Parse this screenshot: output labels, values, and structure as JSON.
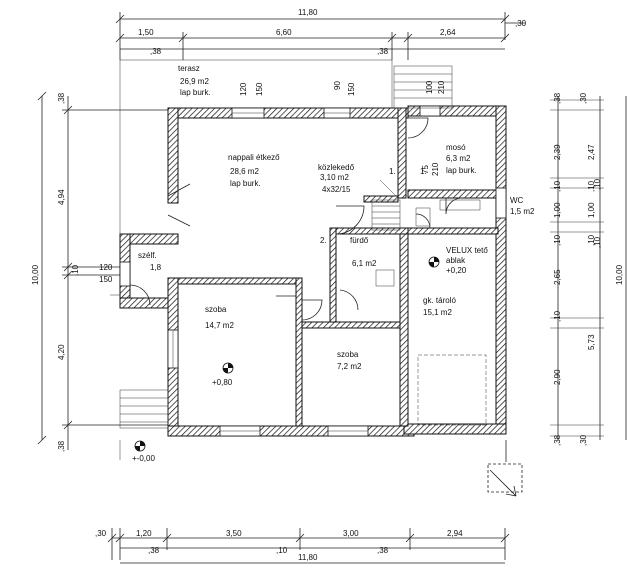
{
  "dimensions": {
    "top_total": "11,80",
    "top_right_small": ",30",
    "top_segments": [
      "1,50",
      "6,60",
      "2,64"
    ],
    "top_sub": [
      ",38",
      ",38"
    ],
    "bottom_segments": [
      ",30",
      "1,20",
      "3,50",
      "3,00",
      "2,94"
    ],
    "bottom_sub": [
      ",38",
      ",10",
      ",38"
    ],
    "bottom_total": "11,80",
    "left_total": "10,00",
    "left_segments": [
      ",38",
      "4,94",
      ",10",
      "4,20",
      ",38"
    ],
    "right_inner": [
      ",30",
      "2,39",
      ",10",
      "1,00",
      ",10",
      "2,65",
      ",10",
      "2,90",
      ",30"
    ],
    "right_outer": [
      ",38",
      "2,47",
      ",10",
      "1,00",
      ",10",
      "5,73",
      ",38"
    ],
    "right_total": "10,00"
  },
  "window_marks": [
    "120",
    "150",
    "90",
    "150",
    "100",
    "210",
    "120",
    "150",
    "1,8"
  ],
  "rooms": [
    {
      "name": "terasz",
      "area": "26,9 m2",
      "finish": "lap burk."
    },
    {
      "name": "nappali étkező",
      "area": "28,6 m2",
      "finish": "lap burk."
    },
    {
      "name": "közlekedő",
      "area": "3,10 m2",
      "finish": "4x32/15"
    },
    {
      "name": "mosó",
      "area": "6,3 m2",
      "finish": "lap burk."
    },
    {
      "name": "WC",
      "area": "1,5 m2",
      "finish": ""
    },
    {
      "name": "szélf.",
      "area": "",
      "finish": ""
    },
    {
      "name": "fürdő",
      "area": "6,1 m2",
      "finish": ""
    },
    {
      "name": "VELUX tető",
      "area": "ablak",
      "finish": "+0,20"
    },
    {
      "name": "gk. tároló",
      "area": "15,1 m2",
      "finish": ""
    },
    {
      "name": "szoba",
      "area": "14,7 m2",
      "finish": "+0,80"
    },
    {
      "name": "szoba",
      "area": "7,2 m2",
      "finish": ""
    }
  ],
  "marks": {
    "m1": "1.",
    "m2": "2.",
    "m3": "1.",
    "level_0": "+-0,00"
  }
}
